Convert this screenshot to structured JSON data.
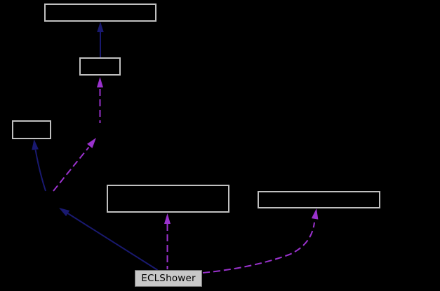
{
  "diagram": {
    "type": "collaboration-graph",
    "background_color": "#000000",
    "colors": {
      "node_border": "#c0c0c0",
      "node_fill": "#000000",
      "selected_node_fill": "#c8c8c8",
      "selected_node_border": "#777777",
      "selected_node_text": "#000000",
      "inheritance_edge": "#191970",
      "usage_edge": "#9a32cd"
    },
    "nodes": [
      {
        "id": "node-top",
        "label": "",
        "selected": false
      },
      {
        "id": "node-upper-middle",
        "label": "",
        "selected": false
      },
      {
        "id": "node-left",
        "label": "",
        "selected": false
      },
      {
        "id": "node-middle-wide",
        "label": "",
        "selected": false
      },
      {
        "id": "node-right-wide",
        "label": "",
        "selected": false
      },
      {
        "id": "node-eclshower",
        "label": "ECLShower",
        "selected": true
      }
    ],
    "edges": [
      {
        "from": "node-upper-middle",
        "to": "node-top",
        "style": "solid",
        "kind": "inheritance"
      },
      {
        "from": "node-eclshower",
        "to": "mid-space-left",
        "style": "solid",
        "kind": "inheritance"
      },
      {
        "from": "mid-space-left",
        "to": "node-left",
        "style": "solid",
        "kind": "inheritance"
      },
      {
        "from": "mid-space-left",
        "to": "mid-space-upper",
        "style": "dashed",
        "kind": "usage"
      },
      {
        "from": "mid-space-upper",
        "to": "node-upper-middle",
        "style": "dashed",
        "kind": "usage"
      },
      {
        "from": "node-eclshower",
        "to": "node-middle-wide",
        "style": "dashed",
        "kind": "usage"
      },
      {
        "from": "node-eclshower",
        "to": "node-right-wide",
        "style": "dashed",
        "kind": "usage"
      }
    ]
  }
}
